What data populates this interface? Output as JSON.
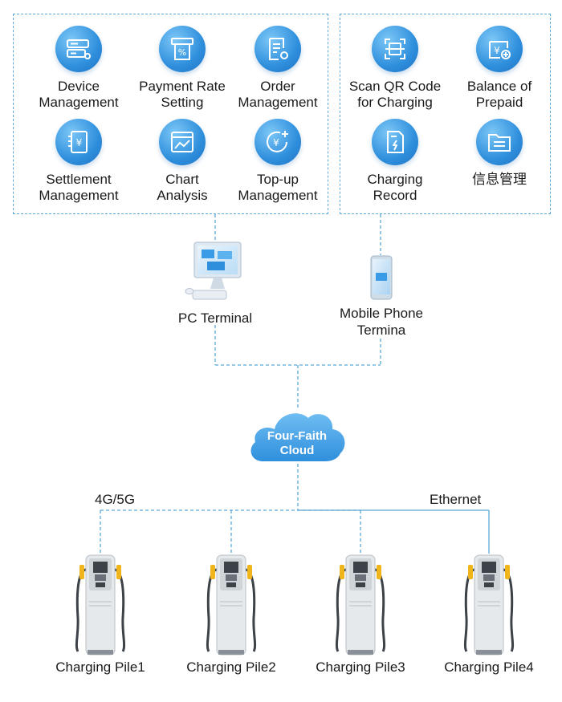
{
  "admin_panel": {
    "features": [
      {
        "icon": "device-management-icon",
        "line1": "Device",
        "line2": "Management"
      },
      {
        "icon": "payment-rate-icon",
        "line1": "Payment Rate",
        "line2": "Setting"
      },
      {
        "icon": "order-management-icon",
        "line1": "Order",
        "line2": "Management"
      },
      {
        "icon": "settlement-icon",
        "line1": "Settlement",
        "line2": "Management"
      },
      {
        "icon": "chart-analysis-icon",
        "line1": "Chart",
        "line2": "Analysis"
      },
      {
        "icon": "top-up-icon",
        "line1": "Top-up",
        "line2": "Management"
      }
    ]
  },
  "user_panel": {
    "features": [
      {
        "icon": "scan-qr-icon",
        "line1": "Scan QR Code",
        "line2": "for Charging"
      },
      {
        "icon": "prepaid-balance-icon",
        "line1": "Balance of",
        "line2": "Prepaid"
      },
      {
        "icon": "charging-record-icon",
        "line1": "Charging",
        "line2": "Record"
      },
      {
        "icon": "info-folder-icon",
        "line1": "信息管理",
        "line2": ""
      }
    ]
  },
  "terminals": {
    "pc_label": "PC Terminal",
    "mobile_line1": "Mobile Phone",
    "mobile_line2": "Termina"
  },
  "cloud": {
    "line1": "Four-Faith",
    "line2": "Cloud"
  },
  "links": {
    "wireless": "4G/5G",
    "wired": "Ethernet"
  },
  "piles": [
    {
      "label": "Charging Pile1"
    },
    {
      "label": "Charging Pile2"
    },
    {
      "label": "Charging Pile3"
    },
    {
      "label": "Charging Pile4"
    }
  ],
  "colors": {
    "accent": "#2f8fdc",
    "dash_line": "#5aa7d8",
    "cloud": "#3f9de0"
  }
}
